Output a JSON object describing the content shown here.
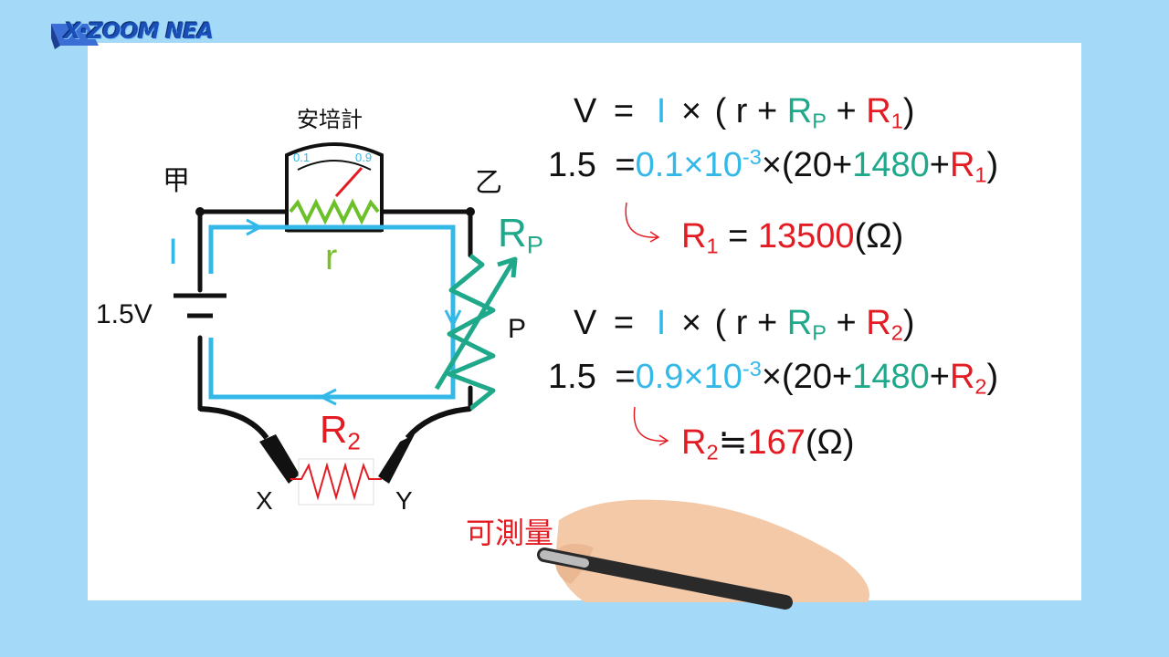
{
  "brand": {
    "logo_text": "X·ZOOM NEA"
  },
  "circuit": {
    "ammeter_label": "安培計",
    "scale_min": "0.1",
    "scale_max": "0.9",
    "node_left": "甲",
    "node_right": "乙",
    "current": "I",
    "battery": "1.5V",
    "internal_resistance": "r",
    "rheostat": {
      "main": "R",
      "sub": "P"
    },
    "slider": "P",
    "unknown": {
      "main": "R",
      "sub": "2"
    },
    "terminal_x": "X",
    "terminal_y": "Y",
    "note": "可測量"
  },
  "equations": {
    "eq1": {
      "v": "V",
      "eq": "=",
      "i": "I",
      "times": "×",
      "open": "(",
      "r": "r",
      "plus1": "+",
      "rp": "R",
      "rp_sub": "P",
      "plus2": "+",
      "rx": "R",
      "rx_sub": "1",
      "close": ")"
    },
    "eq2": {
      "lhs": "1.5",
      "eq": "=",
      "coef": "0.1",
      "times1": "×",
      "base": "10",
      "exp": "-3",
      "times2": "×(",
      "a": "20",
      "plus1": "+",
      "b": "1480",
      "plus2": "+",
      "rx": "R",
      "rx_sub": "1",
      "close": ")"
    },
    "res1": {
      "rx": "R",
      "rx_sub": "1",
      "eq": "=",
      "value": "13500",
      "unit": "(Ω)"
    },
    "eq3": {
      "v": "V",
      "eq": "=",
      "i": "I",
      "times": "×",
      "open": "(",
      "r": "r",
      "plus1": "+",
      "rp": "R",
      "rp_sub": "P",
      "plus2": "+",
      "rx": "R",
      "rx_sub": "2",
      "close": ")"
    },
    "eq4": {
      "lhs": "1.5",
      "eq": "=",
      "coef": "0.9",
      "times1": "×",
      "base": "10",
      "exp": "-3",
      "times2": "×(",
      "a": "20",
      "plus1": "+",
      "b": "1480",
      "plus2": "+",
      "rx": "R",
      "rx_sub": "2",
      "close": ")"
    },
    "res2": {
      "rx": "R",
      "rx_sub": "2",
      "eq": "≒",
      "value": "167",
      "unit": "(Ω)"
    }
  },
  "colors": {
    "current": "#33b8e8",
    "rheostat": "#1fa88a",
    "resistor": "#e31b23",
    "internal": "#7bbf2a",
    "background": "#a4d9f8"
  }
}
